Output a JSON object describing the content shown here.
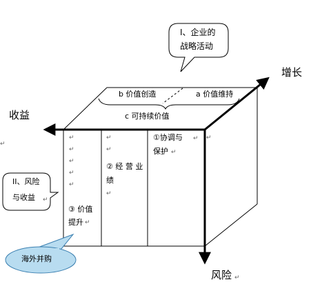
{
  "axes": {
    "growth": "增长",
    "revenue": "收益",
    "risk": "风险"
  },
  "callouts": {
    "strategic": [
      "I、企业的",
      "战略活动"
    ],
    "risk_return": [
      "II、风险",
      "与收益"
    ],
    "ma": "海外并购"
  },
  "top_face": {
    "b": "b 价值创造",
    "a": "a 价值维持",
    "c": "c 可持续价值"
  },
  "front_cells": {
    "cell3": [
      "③ 价值",
      "提升"
    ],
    "cell2": [
      "② 经 营 业",
      "绩"
    ],
    "cell1": [
      "①协调与",
      "保护"
    ]
  },
  "mark": "↵",
  "colors": {
    "line": "#000000",
    "ellipse_fill": "#b8dcf0",
    "ellipse_stroke": "#3a7fb0"
  }
}
